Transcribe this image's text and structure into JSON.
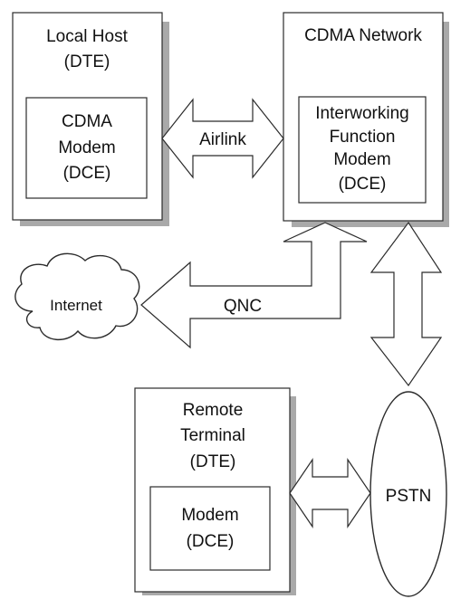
{
  "local_host": {
    "line1": "Local Host",
    "line2": "(DTE)"
  },
  "cdma_modem": {
    "line1": "CDMA",
    "line2": "Modem",
    "line3": "(DCE)"
  },
  "cdma_network": {
    "title": "CDMA Network"
  },
  "iwf_modem": {
    "line1": "Interworking",
    "line2": "Function",
    "line3": "Modem",
    "line4": "(DCE)"
  },
  "airlink": {
    "label": "Airlink"
  },
  "internet": {
    "label": "Internet"
  },
  "qnc": {
    "label": "QNC"
  },
  "remote_terminal": {
    "line1": "Remote",
    "line2": "Terminal",
    "line3": "(DTE)"
  },
  "remote_modem": {
    "line1": "Modem",
    "line2": "(DCE)"
  },
  "pstn": {
    "label": "PSTN"
  },
  "colors": {
    "shadow": "#a9a9a9",
    "stroke": "#2b2b2b",
    "fill": "#ffffff"
  }
}
